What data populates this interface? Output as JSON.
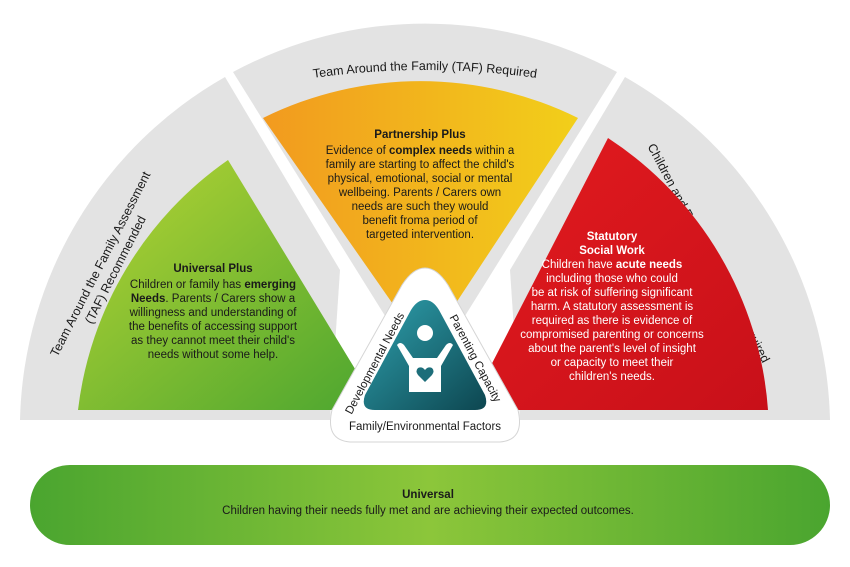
{
  "bands": {
    "left": "Team Around the Family Assessment (TAF) Recommended",
    "top": "Team Around the Family (TAF) Required",
    "right": "Children and Families Assessment Required"
  },
  "universal_plus": {
    "title": "Universal Plus",
    "lines": [
      [
        "Children or family has ",
        "emerging"
      ],
      [
        "Needs",
        ". Parents / Carers show a"
      ],
      [
        "willingness and understanding of"
      ],
      [
        "the benefits of accessing support"
      ],
      [
        "as they cannot meet their child's"
      ],
      [
        "needs without some help."
      ]
    ]
  },
  "partnership_plus": {
    "title": "Partnership Plus",
    "lines": [
      [
        "Evidence of ",
        "complex needs",
        " within a"
      ],
      [
        "family are starting to affect the child's"
      ],
      [
        "physical, emotional, social or mental"
      ],
      [
        "wellbeing. Parents / Carers own"
      ],
      [
        "needs are such they would"
      ],
      [
        "benefit froma period of"
      ],
      [
        "targeted intervention."
      ]
    ]
  },
  "statutory": {
    "title_line1": "Statutory",
    "title_line2": "Social Work",
    "lines": [
      [
        "Children have ",
        "acute needs"
      ],
      [
        "including those who could"
      ],
      [
        "be at risk of suffering significant"
      ],
      [
        "harm. A statutory assessment is"
      ],
      [
        "required as there is evidence of"
      ],
      [
        "compromised parenting or concerns"
      ],
      [
        "about the parent's level of insight"
      ],
      [
        "or capacity to meet their"
      ],
      [
        "children's needs."
      ]
    ]
  },
  "triangle": {
    "left": "Developmental Needs",
    "right": "Parenting Capacity",
    "bottom": "Family/Environmental Factors"
  },
  "universal": {
    "title": "Universal",
    "text": "Children having their needs fully met and are achieving their expected outcomes."
  },
  "colors": {
    "band": "#e3e3e3",
    "green_light": "#a9cf3a",
    "green_dark": "#4ea630",
    "yellow": "#f3c51b",
    "orange": "#f29a1f",
    "red": "#d7141c",
    "teal_dark": "#0f4b56",
    "teal_light": "#2a9aa8"
  }
}
